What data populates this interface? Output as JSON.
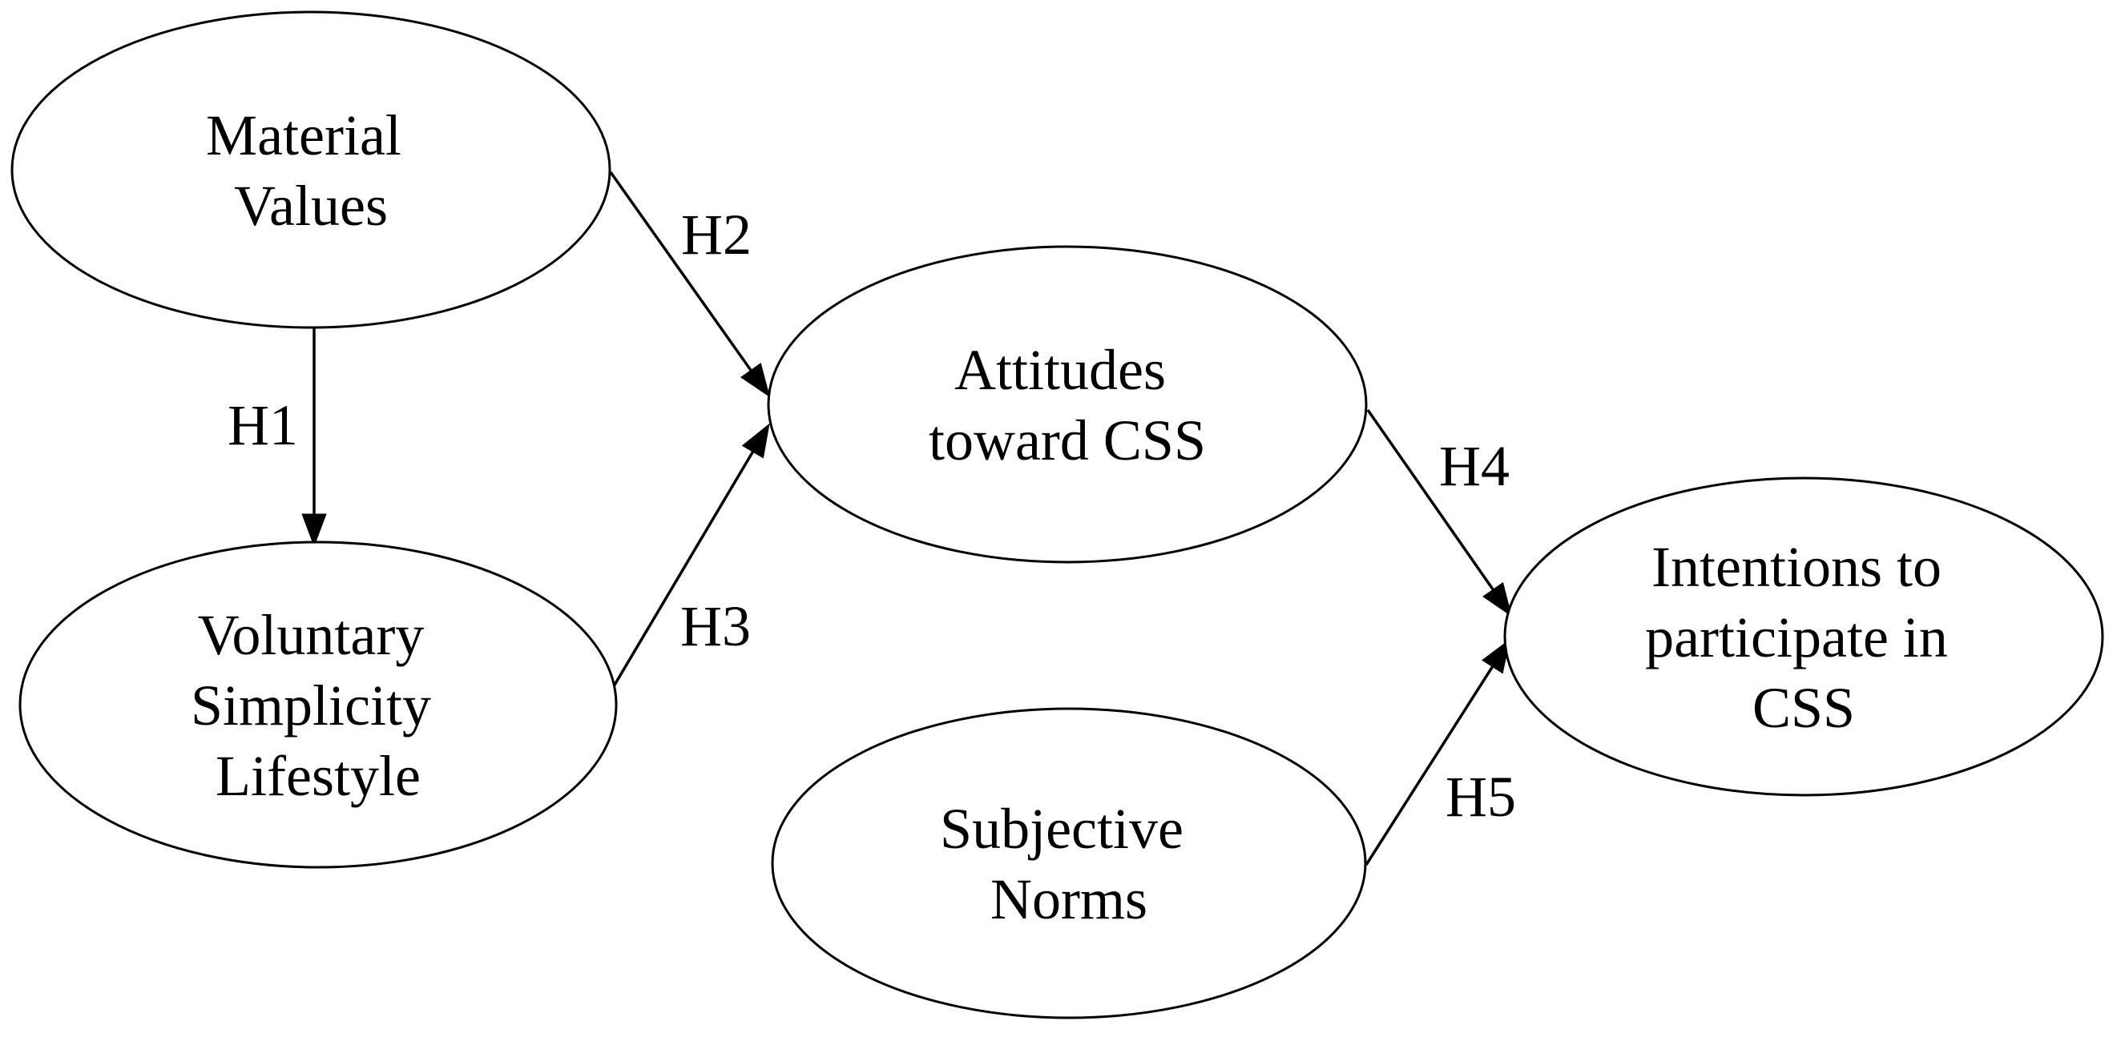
{
  "diagram": {
    "background_color": "#ffffff",
    "line_color": "#000000",
    "text_color": "#000000",
    "nodes": {
      "material_values": {
        "label": "Material Values",
        "lines": [
          "Material",
          "Values"
        ]
      },
      "voluntary_simplicity": {
        "label": "Voluntary Simplicity Lifestyle",
        "lines": [
          "Voluntary",
          "Simplicity",
          "Lifestyle"
        ]
      },
      "attitudes": {
        "label": "Attitudes toward CSS",
        "lines": [
          "Attitudes",
          "toward CSS"
        ]
      },
      "subjective_norms": {
        "label": "Subjective Norms",
        "lines": [
          "Subjective",
          "Norms"
        ]
      },
      "intentions": {
        "label": "Intentions to participate in CSS",
        "lines": [
          "Intentions to",
          "participate in",
          "CSS"
        ]
      }
    },
    "edges": {
      "h1": {
        "label": "H1",
        "from": "material_values",
        "to": "voluntary_simplicity"
      },
      "h2": {
        "label": "H2",
        "from": "material_values",
        "to": "attitudes"
      },
      "h3": {
        "label": "H3",
        "from": "voluntary_simplicity",
        "to": "attitudes"
      },
      "h4": {
        "label": "H4",
        "from": "attitudes",
        "to": "intentions"
      },
      "h5": {
        "label": "H5",
        "from": "subjective_norms",
        "to": "intentions"
      }
    }
  }
}
